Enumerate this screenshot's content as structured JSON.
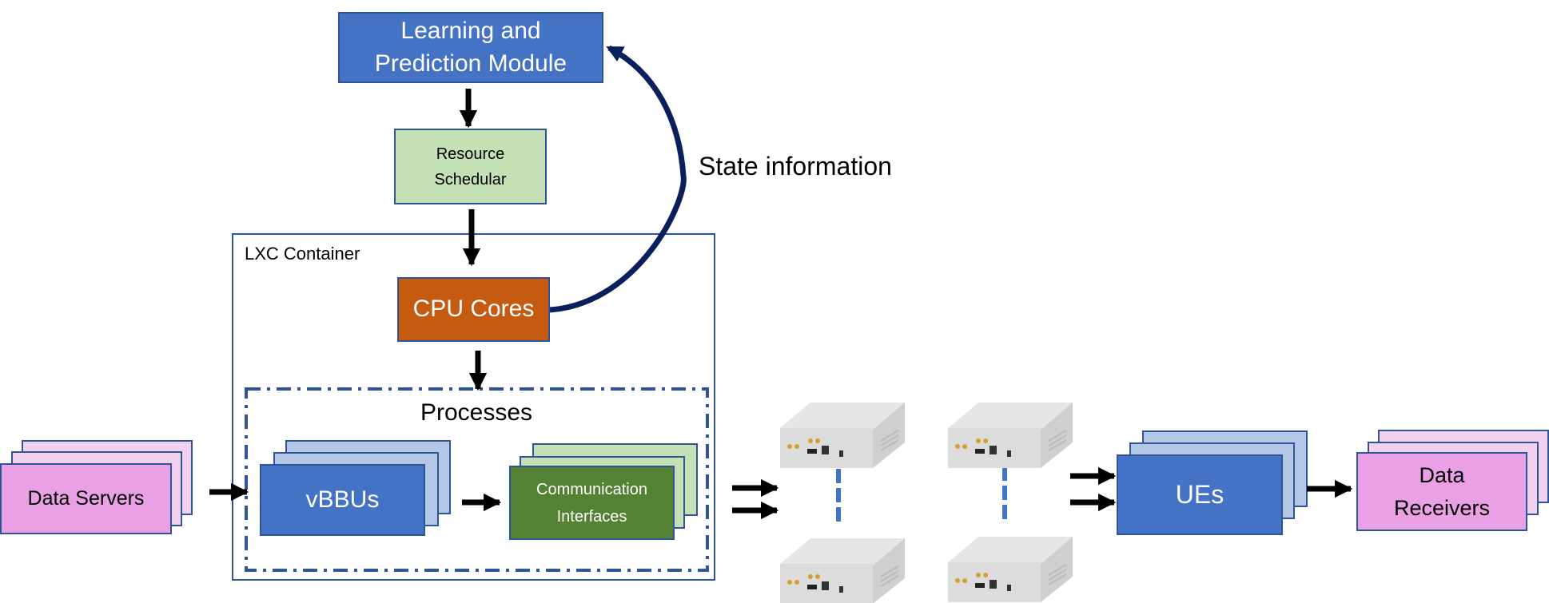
{
  "nodes": {
    "learning": "Learning and Prediction Module",
    "scheduler_line1": "Resource",
    "scheduler_line2": "Schedular",
    "container_label": "LXC Container",
    "cpu": "CPU Cores",
    "processes": "Processes",
    "vbbus": "vBBUs",
    "comm_line1": "Communication",
    "comm_line2": "Interfaces",
    "data_servers": "Data Servers",
    "ues": "UEs",
    "receivers_line1": "Data",
    "receivers_line2": "Receivers"
  },
  "edges": {
    "state_information": "State information"
  },
  "colors": {
    "blue": "#4472C4",
    "light_blue": "#B4C7E7",
    "light_green": "#C5E0B4",
    "dark_green": "#548235",
    "orange": "#C55A11",
    "pink": "#EAA0E4",
    "border": "#2F5597",
    "feedback_arrow": "#0B1F5C"
  },
  "devices": [
    "usrp-device",
    "usrp-device",
    "usrp-device",
    "usrp-device"
  ]
}
